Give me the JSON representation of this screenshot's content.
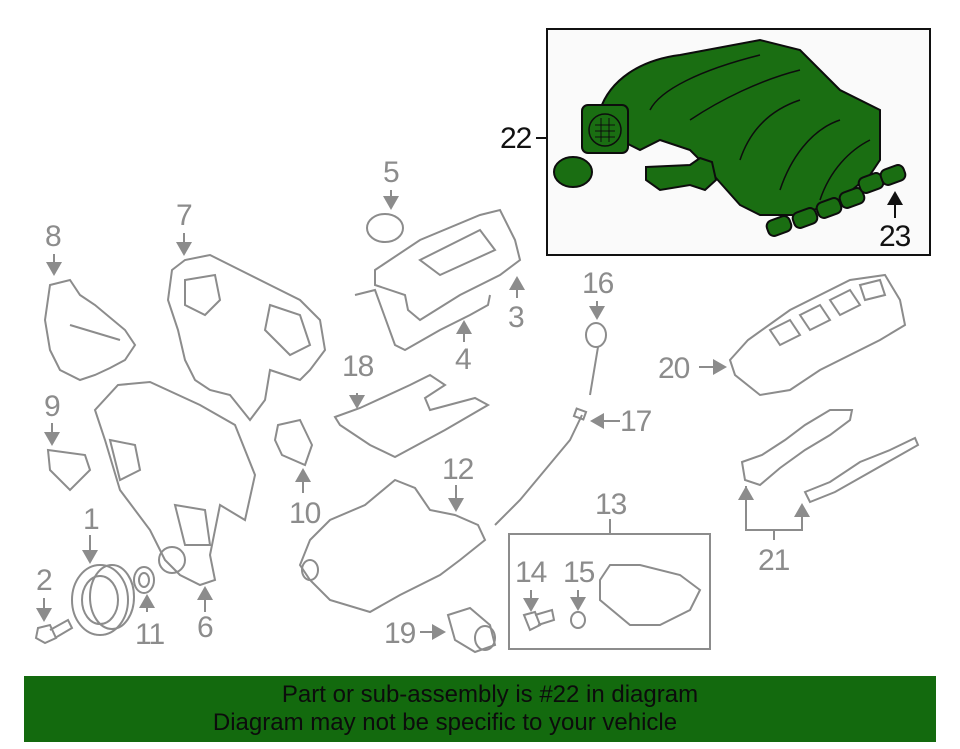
{
  "diagram": {
    "highlighted_part": "22",
    "highlight_color": "#1a6e12",
    "line_color": "#8c8c8c",
    "callouts": [
      {
        "id": "1",
        "label": "1"
      },
      {
        "id": "2",
        "label": "2"
      },
      {
        "id": "3",
        "label": "3"
      },
      {
        "id": "4",
        "label": "4"
      },
      {
        "id": "5",
        "label": "5"
      },
      {
        "id": "6",
        "label": "6"
      },
      {
        "id": "7",
        "label": "7"
      },
      {
        "id": "8",
        "label": "8"
      },
      {
        "id": "9",
        "label": "9"
      },
      {
        "id": "10",
        "label": "10"
      },
      {
        "id": "11",
        "label": "11"
      },
      {
        "id": "12",
        "label": "12"
      },
      {
        "id": "13",
        "label": "13"
      },
      {
        "id": "14",
        "label": "14"
      },
      {
        "id": "15",
        "label": "15"
      },
      {
        "id": "16",
        "label": "16"
      },
      {
        "id": "17",
        "label": "17"
      },
      {
        "id": "18",
        "label": "18"
      },
      {
        "id": "19",
        "label": "19"
      },
      {
        "id": "20",
        "label": "20"
      },
      {
        "id": "21",
        "label": "21"
      },
      {
        "id": "22",
        "label": "22"
      },
      {
        "id": "23",
        "label": "23"
      }
    ]
  },
  "banner": {
    "line1": "Part or sub-assembly is #22 in diagram",
    "line2": "Diagram may not be specific to your vehicle",
    "background": "#136a0e"
  }
}
